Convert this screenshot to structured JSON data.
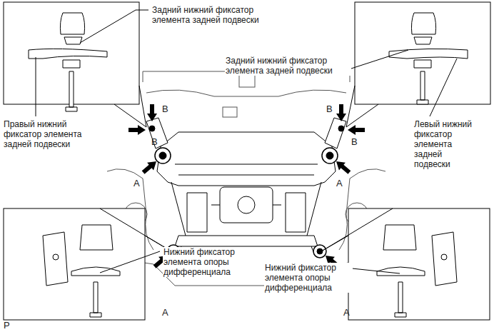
{
  "diagram": {
    "labels": [
      "Задний нижний фиксатор элемента задней подвески",
      "Задний нижний фиксатор элемента задней подвески",
      "Правый нижний фиксатор элемента задней подвески",
      "Левый нижний фиксатор элемента задней подвески",
      "B",
      "B",
      "B",
      "B",
      "A",
      "A",
      "Нижний фиксатор элемента опоры дифференциала",
      "Нижний фиксатор элемента опоры дифференциала",
      "A",
      "A",
      "P"
    ]
  }
}
